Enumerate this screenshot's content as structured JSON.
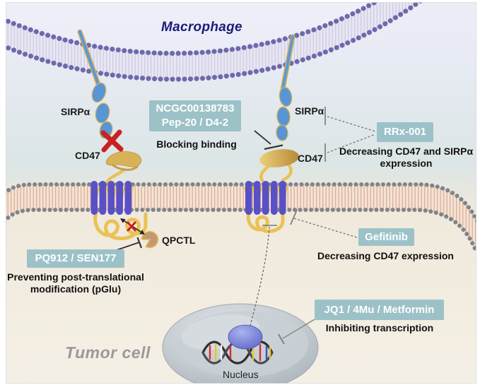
{
  "cells": {
    "macrophage_label": "Macrophage",
    "tumor_label": "Tumor cell",
    "nucleus_label": "Nucleus"
  },
  "molecules": {
    "sirpa_left": "SIRPα",
    "cd47_left": "CD47",
    "sirpa_right": "SIRPα",
    "cd47_right": "CD47",
    "qpctl": "QPCTL"
  },
  "therapies": {
    "binding_blockers": {
      "drugs_line1": "NCGC00138783",
      "drugs_line2": "Pep-20 / D4-2",
      "mechanism": "Blocking binding"
    },
    "rrx": {
      "drug": "RRx-001",
      "mechanism_line1": "Decreasing CD47 and SIRPα",
      "mechanism_line2": "expression"
    },
    "pq": {
      "drug": "PQ912 / SEN177",
      "mechanism_line1": "Preventing post-translational",
      "mechanism_line2": "modification (pGlu)"
    },
    "gefitinib": {
      "drug": "Gefitinib",
      "mechanism": "Decreasing CD47 expression"
    },
    "jq1": {
      "drug": "JQ1 / 4Mu / Metformin",
      "mechanism": "Inhibiting transcription"
    }
  },
  "colors": {
    "drug_box": "#9cc2c8",
    "macrophage_membrane_bead": "#6e69ab",
    "tumor_membrane_bead": "#80848a",
    "tm_helix": "#5a50c6",
    "cd47_gold": "#e9c256",
    "sirpa_blue": "#5795d6",
    "block_red": "#c92020"
  }
}
